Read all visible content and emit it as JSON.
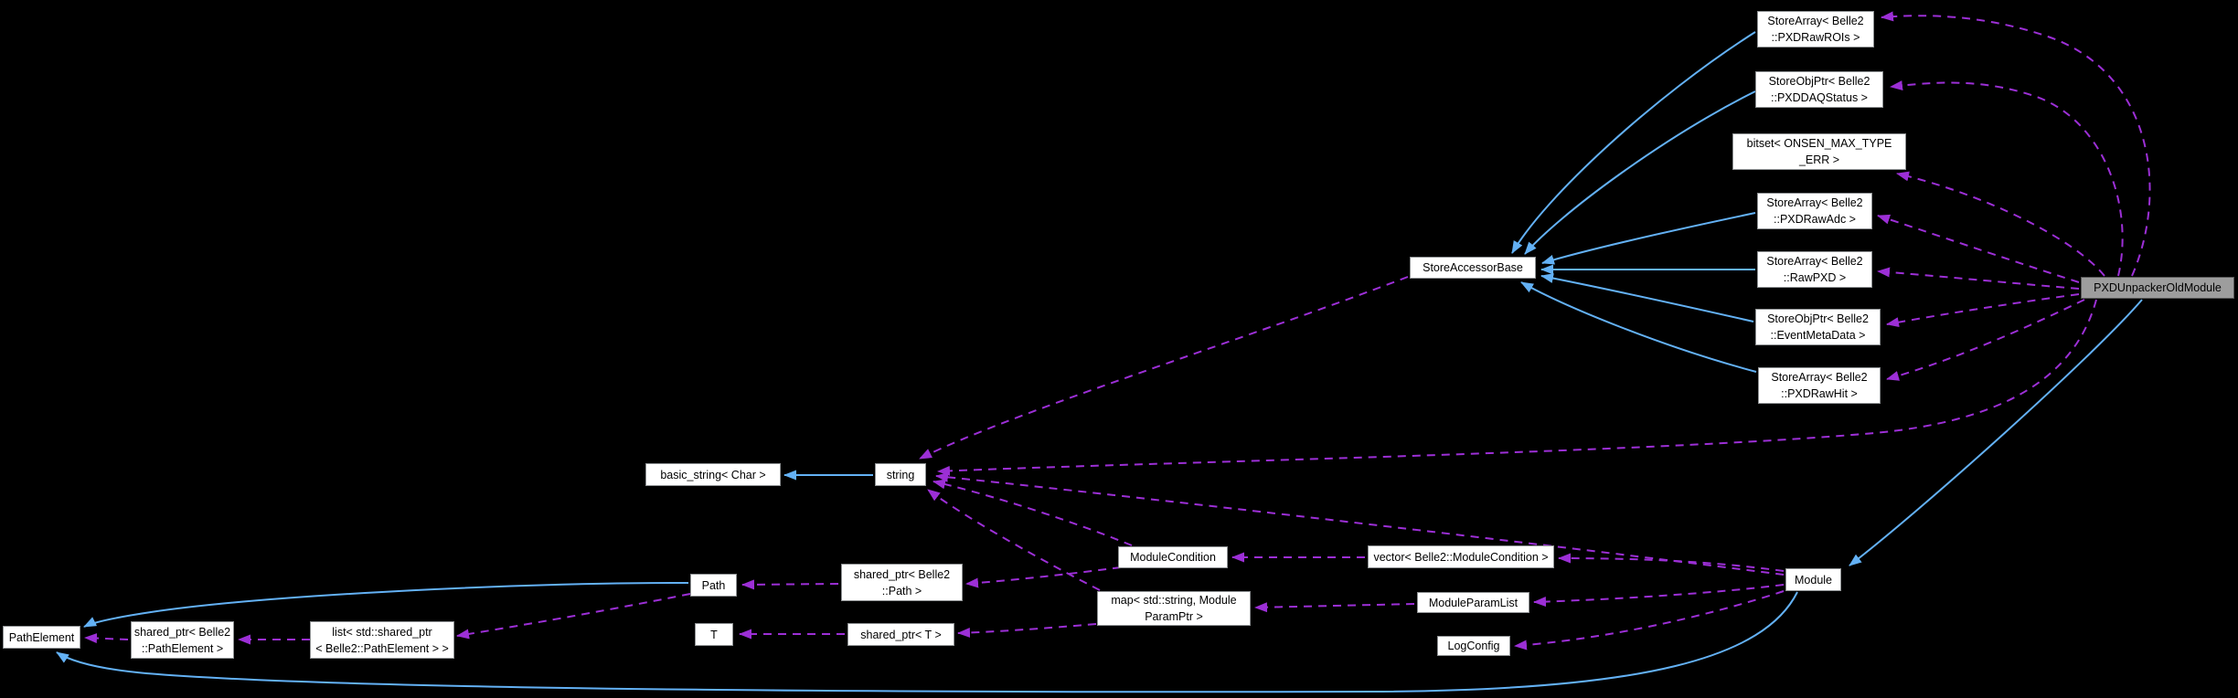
{
  "diagram": {
    "kind": "doxygen-collaboration-graph",
    "highlighted_node": "PXDUnpackerOldModule"
  },
  "colors": {
    "bg": "#000000",
    "node_fill": "#ffffff",
    "node_border": "#8f9294",
    "node_text": "#000000",
    "hl_fill": "#9d9d9d",
    "hl_border": "#565656",
    "edge_blue": "#63b1f5",
    "edge_purple": "#9c2fd6"
  },
  "legend": {
    "blue_solid": "public inheritance",
    "purple_dashed": "usage / membership"
  },
  "nodes": [
    {
      "id": "storearray-pxdrawrois",
      "label": "StoreArray< Belle2\n::PXDRawROIs >"
    },
    {
      "id": "storeobjptr-pxddaqstatus",
      "label": "StoreObjPtr< Belle2\n::PXDDAQStatus >"
    },
    {
      "id": "bitset-onsen-max-type-err",
      "label": "bitset< ONSEN_MAX_TYPE\n_ERR >"
    },
    {
      "id": "storearray-pxdrawadc",
      "label": "StoreArray< Belle2\n::PXDRawAdc >"
    },
    {
      "id": "storearray-rawpxd",
      "label": "StoreArray< Belle2\n::RawPXD >"
    },
    {
      "id": "storeobjptr-eventmetadata",
      "label": "StoreObjPtr< Belle2\n::EventMetaData >"
    },
    {
      "id": "storearray-pxdrawhit",
      "label": "StoreArray< Belle2\n::PXDRawHit >"
    },
    {
      "id": "storeaccessorbase",
      "label": "StoreAccessorBase"
    },
    {
      "id": "pxdunpackeroldmodule",
      "label": "PXDUnpackerOldModule"
    },
    {
      "id": "basic-string-char",
      "label": "basic_string< Char >"
    },
    {
      "id": "string",
      "label": "string"
    },
    {
      "id": "modulecondition",
      "label": "ModuleCondition"
    },
    {
      "id": "vector-modulecondition",
      "label": "vector< Belle2::ModuleCondition >"
    },
    {
      "id": "map-string-moduleparamptr",
      "label": "map< std::string, Module\nParamPtr >"
    },
    {
      "id": "moduleparamlist",
      "label": "ModuleParamList"
    },
    {
      "id": "logconfig",
      "label": "LogConfig"
    },
    {
      "id": "module",
      "label": "Module"
    },
    {
      "id": "path",
      "label": "Path"
    },
    {
      "id": "shared-ptr-path",
      "label": "shared_ptr< Belle2\n::Path >"
    },
    {
      "id": "t",
      "label": "T"
    },
    {
      "id": "shared-ptr-t",
      "label": "shared_ptr< T >"
    },
    {
      "id": "pathelement",
      "label": "PathElement"
    },
    {
      "id": "shared-ptr-pathelement",
      "label": "shared_ptr< Belle2\n::PathElement >"
    },
    {
      "id": "list-shared-ptr-pathelement",
      "label": "list< std::shared_ptr\n< Belle2::PathElement > >"
    }
  ],
  "edges": [
    {
      "from": "storearray-pxdrawrois",
      "to": "storeaccessorbase",
      "relation": "inherits"
    },
    {
      "from": "storeobjptr-pxddaqstatus",
      "to": "storeaccessorbase",
      "relation": "inherits"
    },
    {
      "from": "storearray-pxdrawadc",
      "to": "storeaccessorbase",
      "relation": "inherits"
    },
    {
      "from": "storearray-rawpxd",
      "to": "storeaccessorbase",
      "relation": "inherits"
    },
    {
      "from": "storeobjptr-eventmetadata",
      "to": "storeaccessorbase",
      "relation": "inherits"
    },
    {
      "from": "storearray-pxdrawhit",
      "to": "storeaccessorbase",
      "relation": "inherits"
    },
    {
      "from": "string",
      "to": "basic-string-char",
      "relation": "inherits"
    },
    {
      "from": "pxdunpackeroldmodule",
      "to": "module",
      "relation": "inherits"
    },
    {
      "from": "module",
      "to": "pathelement",
      "relation": "inherits"
    },
    {
      "from": "path",
      "to": "pathelement",
      "relation": "inherits"
    },
    {
      "from": "pxdunpackeroldmodule",
      "to": "storearray-pxdrawrois",
      "relation": "uses"
    },
    {
      "from": "pxdunpackeroldmodule",
      "to": "storeobjptr-pxddaqstatus",
      "relation": "uses"
    },
    {
      "from": "pxdunpackeroldmodule",
      "to": "bitset-onsen-max-type-err",
      "relation": "uses"
    },
    {
      "from": "pxdunpackeroldmodule",
      "to": "storearray-pxdrawadc",
      "relation": "uses"
    },
    {
      "from": "pxdunpackeroldmodule",
      "to": "storearray-rawpxd",
      "relation": "uses"
    },
    {
      "from": "pxdunpackeroldmodule",
      "to": "storeobjptr-eventmetadata",
      "relation": "uses"
    },
    {
      "from": "pxdunpackeroldmodule",
      "to": "storearray-pxdrawhit",
      "relation": "uses"
    },
    {
      "from": "pxdunpackeroldmodule",
      "to": "string",
      "relation": "uses"
    },
    {
      "from": "storeaccessorbase",
      "to": "string",
      "relation": "uses"
    },
    {
      "from": "module",
      "to": "string",
      "relation": "uses"
    },
    {
      "from": "module",
      "to": "vector-modulecondition",
      "relation": "uses"
    },
    {
      "from": "module",
      "to": "moduleparamlist",
      "relation": "uses"
    },
    {
      "from": "module",
      "to": "logconfig",
      "relation": "uses"
    },
    {
      "from": "vector-modulecondition",
      "to": "modulecondition",
      "relation": "uses"
    },
    {
      "from": "moduleparamlist",
      "to": "map-string-moduleparamptr",
      "relation": "uses"
    },
    {
      "from": "modulecondition",
      "to": "shared-ptr-path",
      "relation": "uses"
    },
    {
      "from": "modulecondition",
      "to": "string",
      "relation": "uses"
    },
    {
      "from": "map-string-moduleparamptr",
      "to": "string",
      "relation": "uses"
    },
    {
      "from": "map-string-moduleparamptr",
      "to": "shared-ptr-t",
      "relation": "uses"
    },
    {
      "from": "shared-ptr-path",
      "to": "path",
      "relation": "uses"
    },
    {
      "from": "shared-ptr-t",
      "to": "t",
      "relation": "uses"
    },
    {
      "from": "path",
      "to": "list-shared-ptr-pathelement",
      "relation": "uses"
    },
    {
      "from": "list-shared-ptr-pathelement",
      "to": "shared-ptr-pathelement",
      "relation": "uses"
    },
    {
      "from": "shared-ptr-pathelement",
      "to": "pathelement",
      "relation": "uses"
    }
  ]
}
